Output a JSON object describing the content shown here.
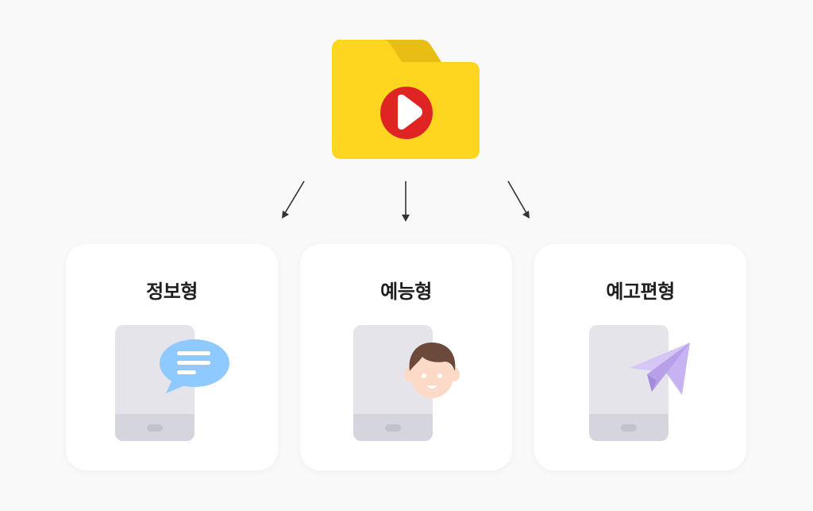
{
  "folder": {
    "icon": "video-folder-icon",
    "folder_color": "#FFD61F",
    "folder_tab_color": "#E8BE15",
    "play_color": "#E02424"
  },
  "arrow_color": "#333333",
  "cards": [
    {
      "title": "정보형",
      "icon": "speech-bubble-icon",
      "icon_color": "#8EC9FF"
    },
    {
      "title": "예능형",
      "icon": "smiling-face-icon",
      "icon_color": "#FDDAC8"
    },
    {
      "title": "예고편형",
      "icon": "paper-plane-icon",
      "icon_color": "#D6C6F8"
    }
  ]
}
